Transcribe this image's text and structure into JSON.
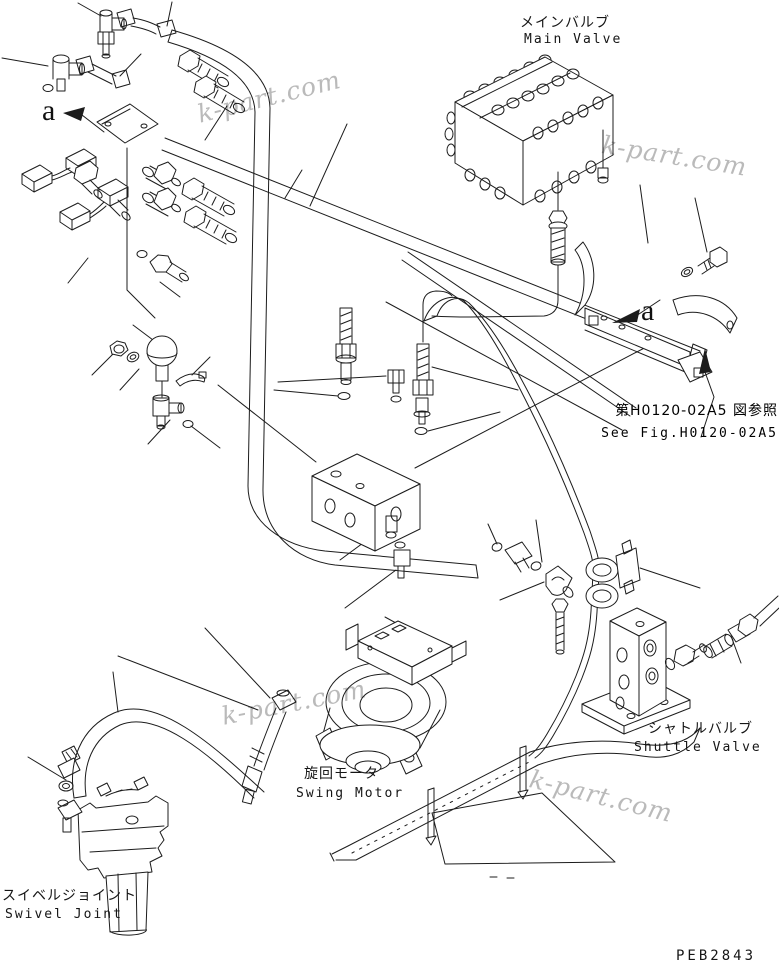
{
  "diagram": {
    "part_code": "PEB2843",
    "watermark_text": "k-part.com",
    "view_marker": "a",
    "components": {
      "main_valve": {
        "jp": "メインバルブ",
        "en": "Main Valve"
      },
      "shuttle_valve": {
        "jp": "シャトルバルブ",
        "en": "Shuttle Valve"
      },
      "swing_motor": {
        "jp": "旋回モータ",
        "en": "Swing Motor"
      },
      "swivel_joint": {
        "jp": "スイベルジョイント",
        "en": "Swivel Joint"
      }
    },
    "reference": {
      "jp": "第H0120-02A5 図参照",
      "en": "See Fig.H0120-02A5"
    },
    "colors": {
      "line": "#1c1c1c",
      "background": "#ffffff",
      "watermark": "#a9a9a9"
    }
  }
}
